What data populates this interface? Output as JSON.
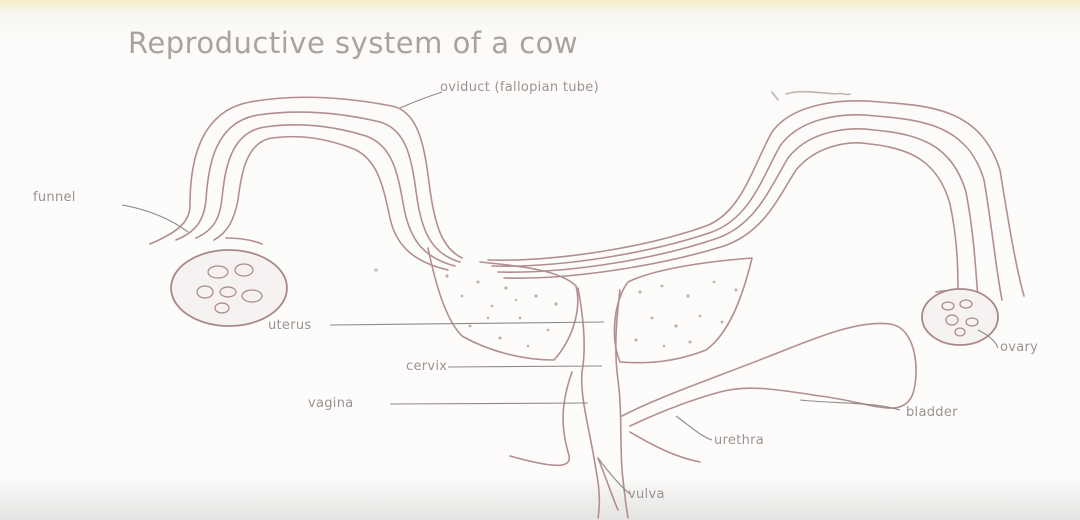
{
  "title": "Reproductive system of a cow",
  "labels": {
    "oviduct": "oviduct (fallopian tube)",
    "funnel": "funnel",
    "uterus": "uterus",
    "cervix": "cervix",
    "vagina": "vagina",
    "ovary": "ovary",
    "bladder": "bladder",
    "urethra": "urethra",
    "vulva": "vulva"
  }
}
